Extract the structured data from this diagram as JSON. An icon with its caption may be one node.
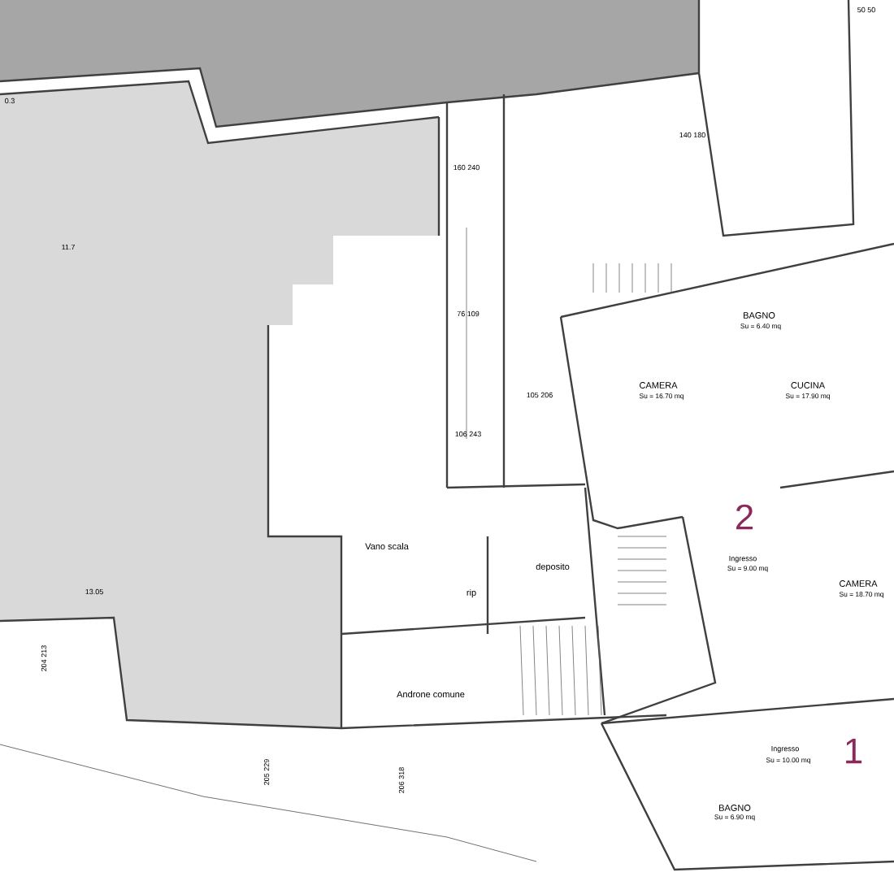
{
  "diagram": {
    "labels": [
      "0.3",
      "11.7",
      "13.05",
      "160 240",
      "76 109",
      "106 243",
      "140 180",
      "50 50",
      "105 206",
      "CAMERA",
      "Su = 16.70 mq",
      "BAGNO",
      "Su = 6.40 mq",
      "CUCINA",
      "Su = 17.90 mq",
      "2",
      "Ingresso",
      "Su = 9.00 mq",
      "Vano scala",
      "deposito",
      "rip",
      "Androne comune",
      "CAMERA",
      "Su = 18.70 mq",
      "Ingresso",
      "Su = 10.00 mq",
      "1",
      "BAGNO",
      "Su = 6.90 mq",
      "204 213",
      "205 229",
      "206 318"
    ]
  }
}
